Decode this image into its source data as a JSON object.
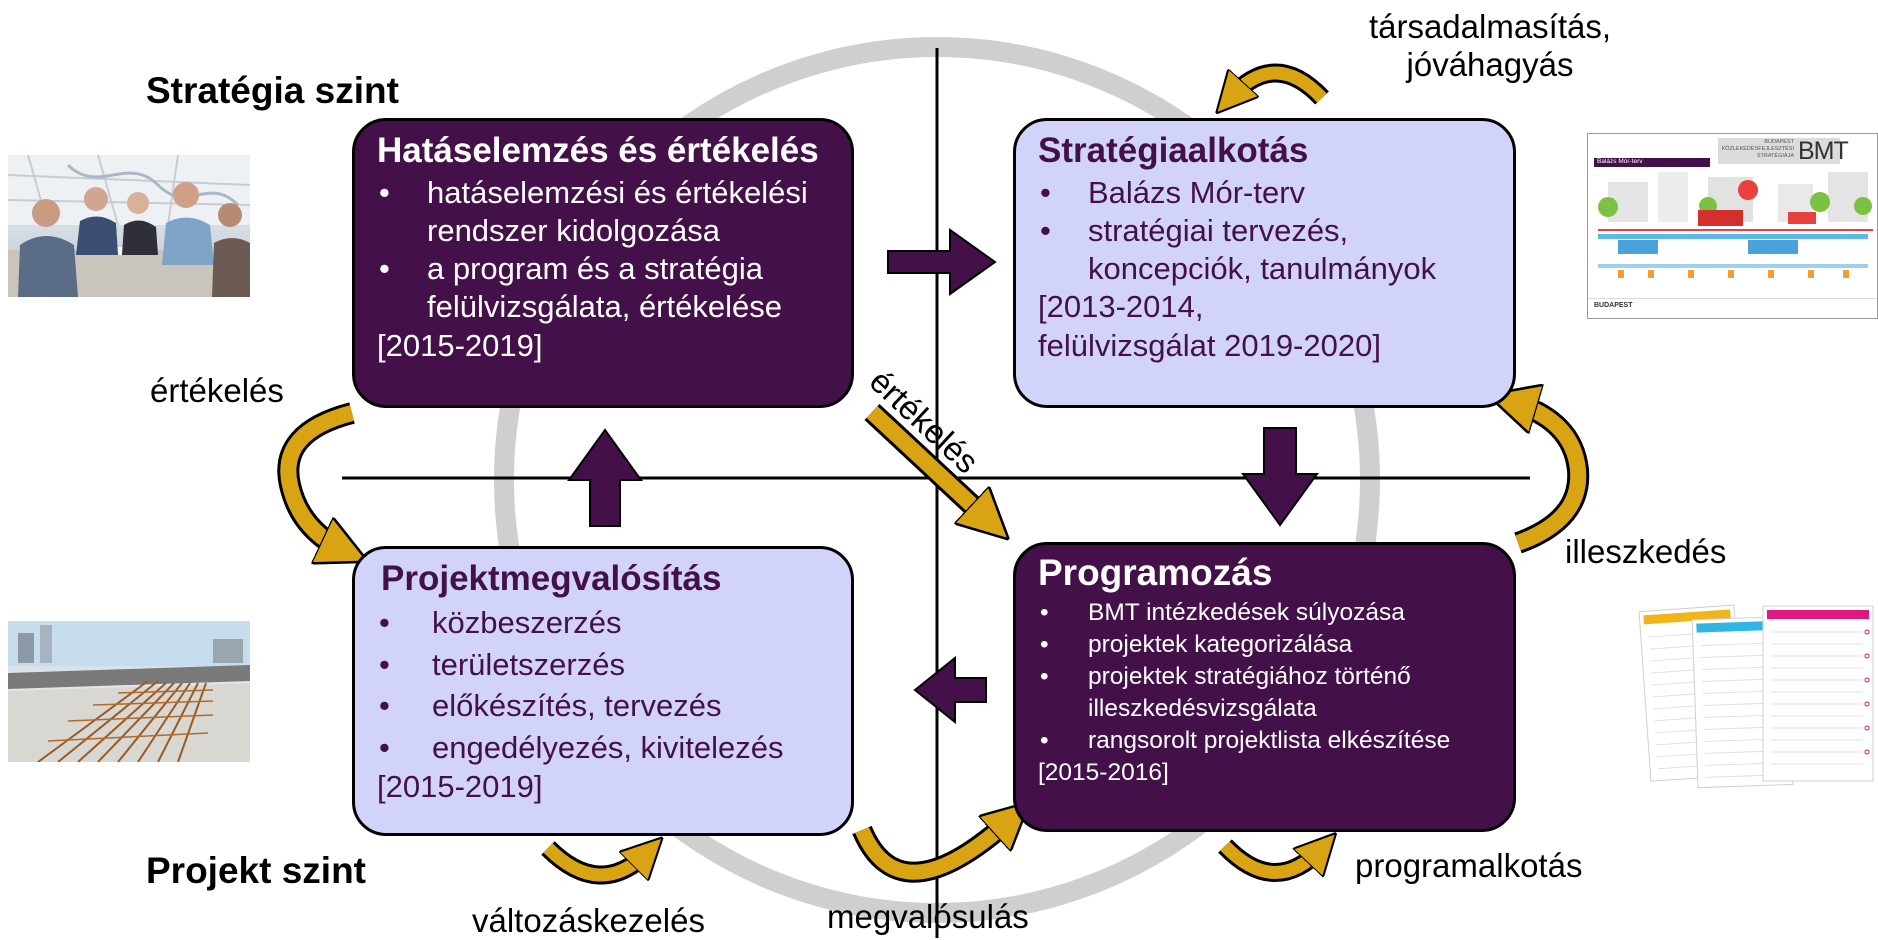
{
  "levels": {
    "strategy": "Stratégia szint",
    "project": "Projekt szint"
  },
  "labels": {
    "top": "társadalmasítás,\njóváhagyás",
    "left": "értékelés",
    "right": "illeszkedés",
    "diagonal": "értékelés",
    "bottom_left": "változáskezelés",
    "bottom_center": "megvalósulás",
    "bottom_right": "programalkotás"
  },
  "boxes": {
    "impact": {
      "title": "Hatáselemzés és értékelés",
      "items": [
        "hatáselemzési és értékelési rendszer kidolgozása",
        "a program és a stratégia felülvizsgálata, értékelése"
      ],
      "note": "[2015-2019]"
    },
    "strategy": {
      "title": "Stratégiaalkotás",
      "items": [
        "Balázs Mór-terv",
        "stratégiai tervezés, koncepciók, tanulmányok"
      ],
      "note": "[2013-2014,\nfelülvizsgálat 2019-2020]"
    },
    "project": {
      "title": "Projektmegvalósítás",
      "items": [
        "közbeszerzés",
        "területszerzés",
        "előkészítés, tervezés",
        "engedélyezés, kivitelezés"
      ],
      "note": "[2015-2019]"
    },
    "programming": {
      "title": "Programozás",
      "items": [
        "BMT intézkedések súlyozása",
        "projektek  kategorizálása",
        "projektek stratégiához történő illeszkedésvizsgálata",
        "rangsorolt projektlista elkészítése"
      ],
      "note": "[2015-2016]"
    }
  },
  "document": {
    "heading_left": "Balázs Mór-terv",
    "heading_right": "BUDAPEST\nKÖZLEKEDÉSFEJLESZTÉSI\nSTRATÉGIÁJA",
    "logo": "BMT",
    "footer": "BUDAPEST"
  },
  "colors": {
    "purple_dark": "#44104a",
    "lavender": "#d2d3fb",
    "gold": "#d9a414",
    "ring": "#c9c9c9"
  }
}
